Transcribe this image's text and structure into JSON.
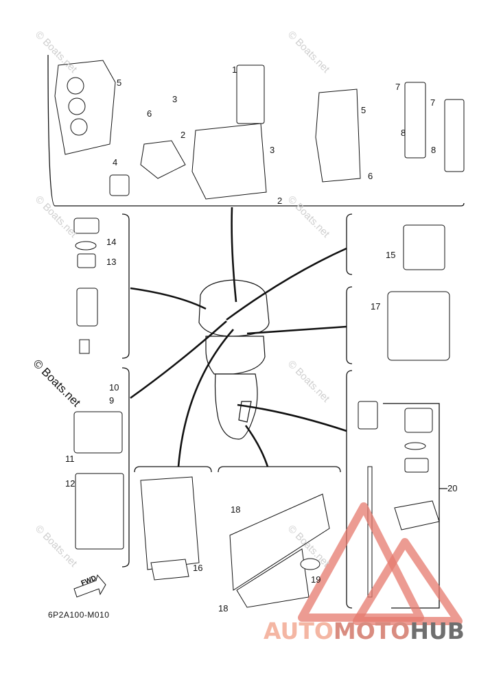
{
  "watermark": "© Boats.net",
  "diagram_code": "6P2A100-M010",
  "fwd_label": "FWD",
  "brand": {
    "part1": "AUTO",
    "part2": "MOTO",
    "part3": "HUB"
  },
  "callouts": [
    "1",
    "2",
    "2",
    "3",
    "3",
    "4",
    "5",
    "5",
    "6",
    "6",
    "7",
    "7",
    "8",
    "8",
    "9",
    "10",
    "11",
    "12",
    "13",
    "14",
    "15",
    "16",
    "17",
    "18",
    "18",
    "19",
    "20"
  ]
}
